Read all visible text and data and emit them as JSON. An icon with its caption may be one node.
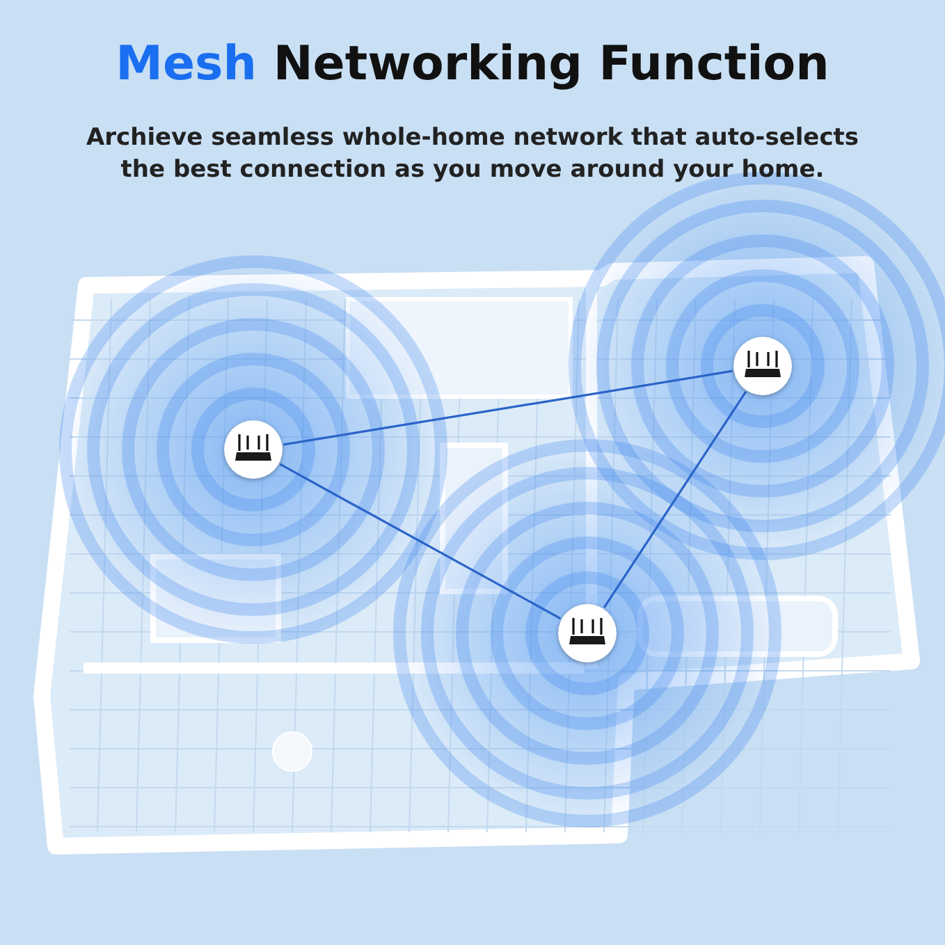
{
  "diagram": {
    "title": "Mesh Networking Function",
    "caption": "Archieve seamless whole-home network that auto-selects the best connection as you move around your home.",
    "nodes": [
      {
        "text": [],
        "shape": "picture"
      },
      {
        "text": [],
        "shape": "picture"
      },
      {
        "text": [],
        "shape": "picture"
      }
    ],
    "edges": [
      {
        "from": 0,
        "to": 1,
        "arrow": "none"
      },
      {
        "from": 0,
        "to": 2,
        "arrow": "none"
      },
      {
        "from": 2,
        "to": 1,
        "arrow": "none"
      }
    ]
  }
}
